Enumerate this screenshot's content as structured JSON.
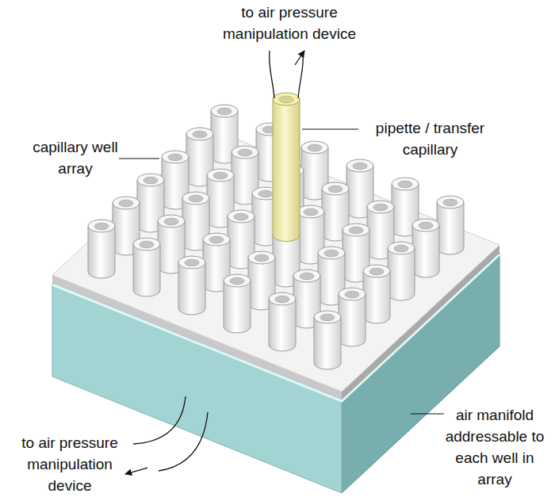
{
  "diagram": {
    "labels": [
      "to air pressure manipulation device",
      "pipette / transfer capillary",
      "capillary well array",
      "air manifold addressable to each well in array",
      "to air pressure manipulation device"
    ]
  }
}
